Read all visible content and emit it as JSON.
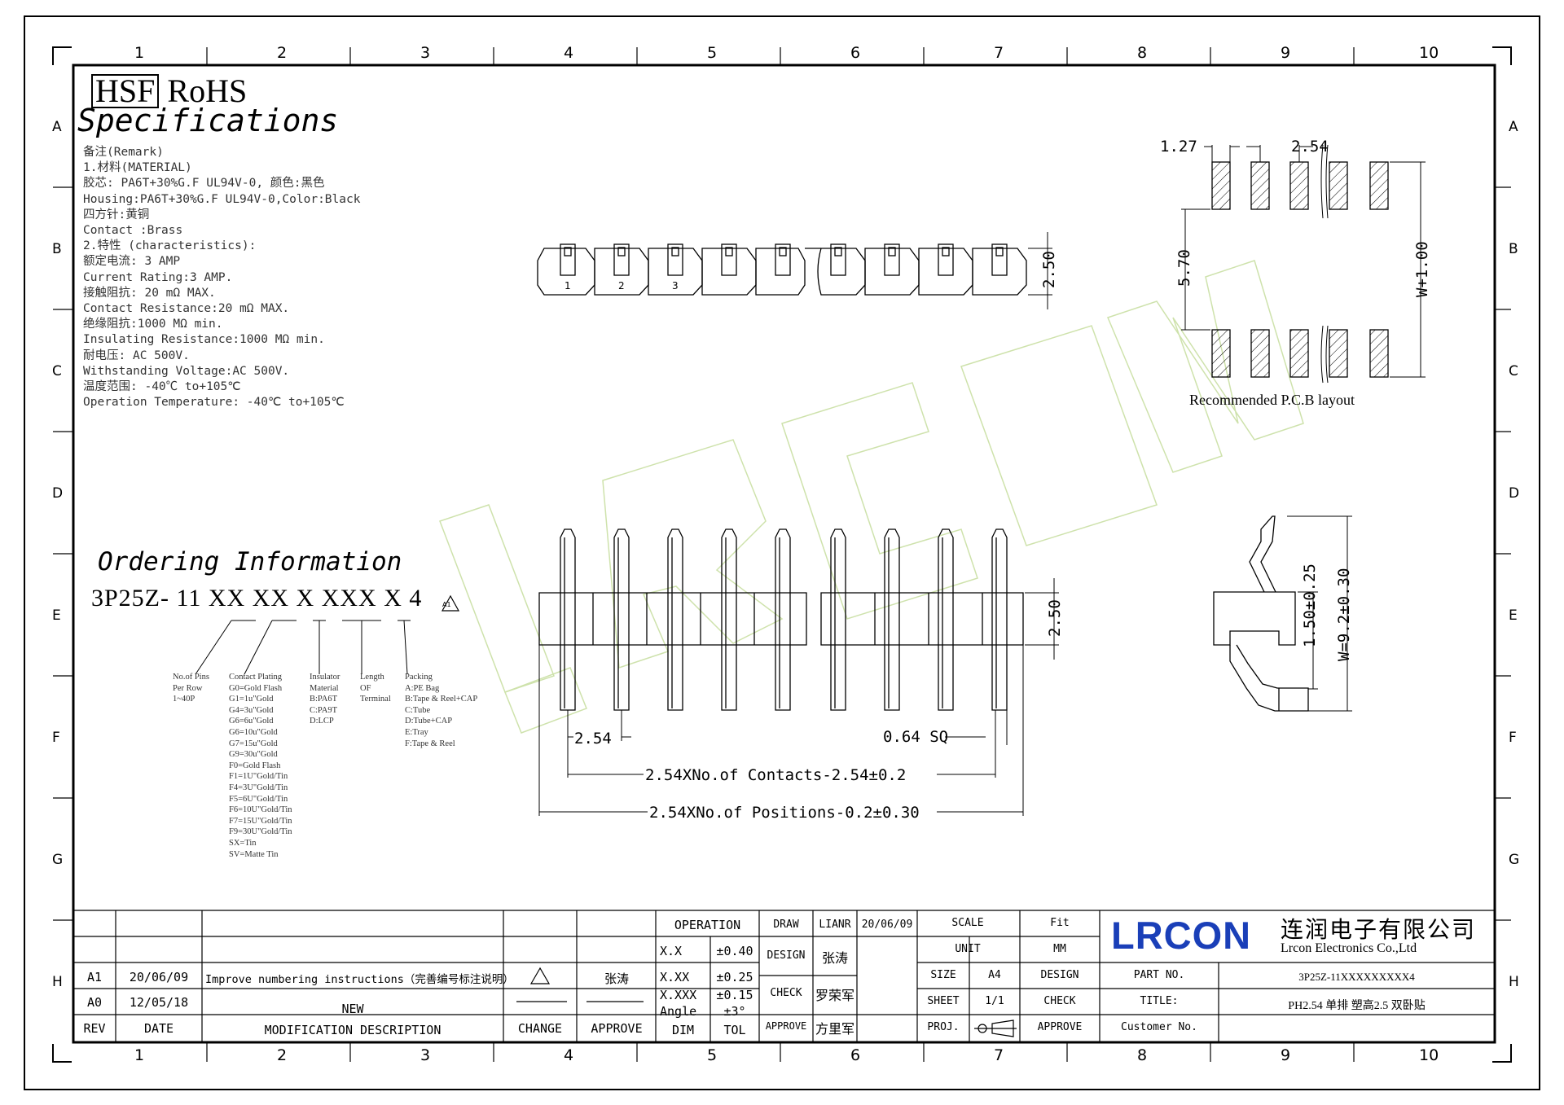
{
  "zones": {
    "columns": [
      "1",
      "2",
      "3",
      "4",
      "5",
      "6",
      "7",
      "8",
      "9",
      "10"
    ],
    "rows": [
      "A",
      "B",
      "C",
      "D",
      "E",
      "F",
      "G",
      "H"
    ]
  },
  "header": {
    "hsf": "HSF",
    "rohs": "RoHS",
    "specifications": "Specifications"
  },
  "spec_lines": [
    "备注(Remark)",
    "1.材料(MATERIAL)",
    "胶芯: PA6T+30%G.F UL94V-0, 颜色:黑色",
    "Housing:PA6T+30%G.F UL94V-0,Color:Black",
    "四方针:黄铜",
    "Contact :Brass",
    "2.特性 (characteristics):",
    "额定电流: 3 AMP",
    "Current Rating:3 AMP.",
    "接触阻抗: 20 mΩ MAX.",
    "Contact Resistance:20 mΩ MAX.",
    "绝缘阻抗:1000 MΩ min.",
    "Insulating Resistance:1000 MΩ min.",
    "耐电压: AC 500V.",
    "Withstanding Voltage:AC 500V.",
    "温度范围: -40℃ to+105℃",
    "Operation Temperature: -40℃ to+105℃"
  ],
  "ordering": {
    "title": "Ordering Information",
    "part_number": "3P25Z- 11 XX XX X XXX X 4",
    "rev_mark": "A1",
    "legend": {
      "pins": [
        "No.of Pins",
        "Per Row",
        "1~40P"
      ],
      "plating": [
        "Contact Plating",
        "G0=Gold Flash",
        "G1=1u\"Gold",
        "G4=3u\"Gold",
        "G6=6u\"Gold",
        "G6=10u\"Gold",
        "G7=15u\"Gold",
        "G9=30u\"Gold",
        "F0=Gold Flash",
        "F1=1U\"Gold/Tin",
        "F4=3U\"Gold/Tin",
        "F5=6U\"Gold/Tin",
        "F6=10U\"Gold/Tin",
        "F7=15U\"Gold/Tin",
        "F9=30U\"Gold/Tin",
        "SX=Tin",
        "SV=Matte Tin"
      ],
      "insulator": [
        "Insulator",
        "Material",
        "B:PA6T",
        "C:PA9T",
        "D:LCP"
      ],
      "length": [
        "Length",
        "OF",
        "Terminal"
      ],
      "packing": [
        "Packing",
        "A:PE Bag",
        "B:Tape & Reel+CAP",
        "C:Tube",
        "D:Tube+CAP",
        "E:Tray",
        "F:Tape & Reel"
      ]
    }
  },
  "drawing": {
    "pin_numbers": [
      "1",
      "2",
      "3"
    ],
    "dim_top_height": "2.50",
    "dim_side_height": "2.50",
    "pitch": "2.54",
    "pin_size": "0.64 SQ",
    "contacts_formula": "2.54XNo.of Contacts-2.54±0.2",
    "positions_formula": "2.54XNo.of Positions-0.2±0.30",
    "pcb_pad_width": "1.27",
    "pcb_pitch": "2.54",
    "pcb_row_gap": "5.70",
    "pcb_total": "W+1.00",
    "pcb_caption": "Recommended P.C.B layout",
    "side_dim_a": "1.50±0.25",
    "side_dim_b": "W=9.2±0.30",
    "watermark": "LRCON"
  },
  "title_block": {
    "revisions": [
      {
        "rev": "A1",
        "date": "20/06/09",
        "desc": "Improve numbering instructions（完善编号标注说明）",
        "change": "A1",
        "approve": "张涛"
      },
      {
        "rev": "A0",
        "date": "12/05/18",
        "desc": "NEW",
        "change": "",
        "approve": ""
      }
    ],
    "rev_headers": {
      "rev": "REV",
      "date": "DATE",
      "desc": "MODIFICATION DESCRIPTION",
      "change": "CHANGE",
      "approve": "APPROVE"
    },
    "operation": "OPERATION",
    "tol_rows": [
      [
        "X.X",
        "±0.40"
      ],
      [
        "X.XX",
        "±0.25"
      ],
      [
        "X.XXX",
        "±0.15"
      ],
      [
        "Angle",
        "±3°"
      ]
    ],
    "dim": "DIM",
    "tol": "TOL",
    "draw": "DRAW",
    "draw_name": "LIANR",
    "draw_date": "20/06/09",
    "design": "DESIGN",
    "design_name": "张涛",
    "check": "CHECK",
    "check_name": "罗荣军",
    "approve": "APPROVE",
    "approve_name": "方里军",
    "scale": "SCALE",
    "scale_val": "Fit",
    "unit": "UNIT",
    "unit_val": "MM",
    "size": "SIZE",
    "size_val": "A4",
    "sheet": "SHEET",
    "sheet_val": "1/1",
    "proj": "PROJ.",
    "design2": "DESIGN",
    "check2": "CHECK",
    "approve2": "APPROVE",
    "company_logo": "LRCON",
    "company_cn": "连润电子有限公司",
    "company_en": "Lrcon Electronics Co.,Ltd",
    "part_no_label": "PART NO.",
    "part_no": "3P25Z-11XXXXXXXXX4",
    "title_label": "TITLE:",
    "title": "PH2.54 单排 塑高2.5 双卧贴",
    "customer_no": "Customer No."
  }
}
